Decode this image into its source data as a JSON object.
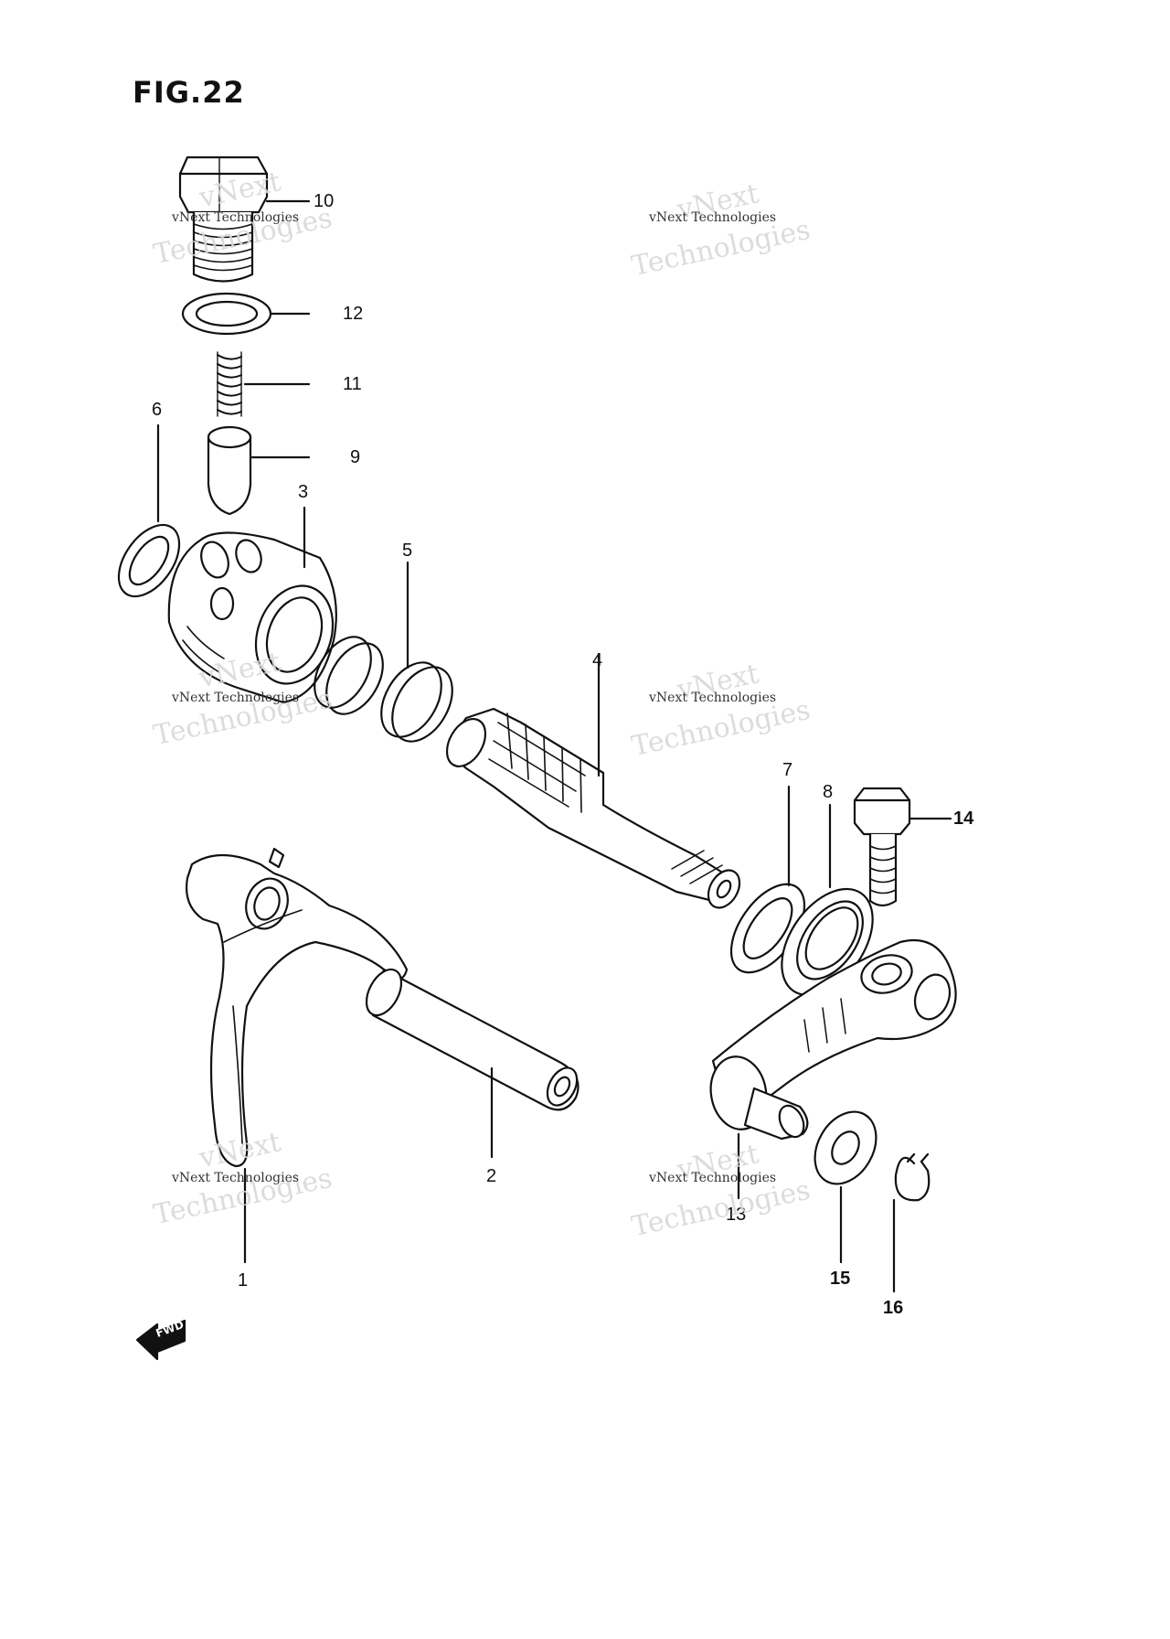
{
  "figure": {
    "title": "FIG.22"
  },
  "fwd_label": "FWD",
  "watermark": {
    "line1": "vNext",
    "line2": "Technologies",
    "caption": "vNext Technologies"
  },
  "callouts": [
    {
      "id": "1",
      "label": "1"
    },
    {
      "id": "2",
      "label": "2"
    },
    {
      "id": "3",
      "label": "3"
    },
    {
      "id": "4",
      "label": "4"
    },
    {
      "id": "5",
      "label": "5"
    },
    {
      "id": "6",
      "label": "6"
    },
    {
      "id": "7",
      "label": "7"
    },
    {
      "id": "8",
      "label": "8"
    },
    {
      "id": "9",
      "label": "9"
    },
    {
      "id": "10",
      "label": "10"
    },
    {
      "id": "11",
      "label": "11"
    },
    {
      "id": "12",
      "label": "12"
    },
    {
      "id": "13",
      "label": "13"
    },
    {
      "id": "14",
      "label": "14"
    },
    {
      "id": "15",
      "label": "15"
    },
    {
      "id": "16",
      "label": "16"
    }
  ]
}
